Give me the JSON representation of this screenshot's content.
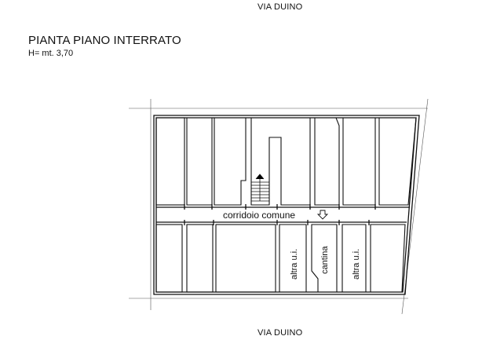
{
  "street_top": "VIA DUINO",
  "street_bottom": "VIA DUINO",
  "plan": {
    "title": "PIANTA PIANO INTERRATO",
    "height": "H= mt. 3,70",
    "corridor_label": "corridoio comune",
    "rooms": {
      "altra_ui_left": "altra u.i.",
      "cantina": "cantina",
      "altra_ui_right": "altra u.i."
    }
  }
}
